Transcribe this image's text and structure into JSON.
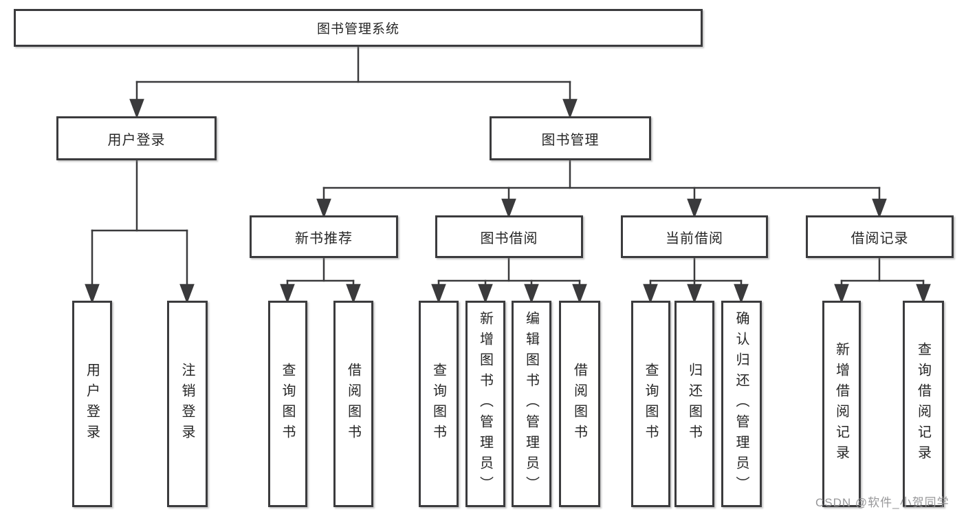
{
  "diagram": {
    "type": "tree",
    "tree": {
      "label": "图书管理系统",
      "children": [
        {
          "label": "用户登录",
          "children": [
            {
              "label": "用户登录"
            },
            {
              "label": "注销登录"
            }
          ]
        },
        {
          "label": "图书管理",
          "children": [
            {
              "label": "新书推荐",
              "children": [
                {
                  "label": "查询图书"
                },
                {
                  "label": "借阅图书"
                }
              ]
            },
            {
              "label": "图书借阅",
              "children": [
                {
                  "label": "查询图书"
                },
                {
                  "label": "新增图书（管理员）"
                },
                {
                  "label": "编辑图书（管理员）"
                },
                {
                  "label": "借阅图书"
                }
              ]
            },
            {
              "label": "当前借阅",
              "children": [
                {
                  "label": "查询图书"
                },
                {
                  "label": "归还图书"
                },
                {
                  "label": "确认归还（管理员）"
                }
              ]
            },
            {
              "label": "借阅记录",
              "children": [
                {
                  "label": "新增借阅记录"
                },
                {
                  "label": "查询借阅记录"
                }
              ]
            }
          ]
        }
      ]
    }
  },
  "watermark": {
    "text": "CSDN @软件_小贺同学"
  },
  "colors": {
    "background": "#ffffff",
    "box_border": "#3b3b3d",
    "connector_line": "#3a3a3c",
    "text": "#262626",
    "watermark": "#919194"
  }
}
